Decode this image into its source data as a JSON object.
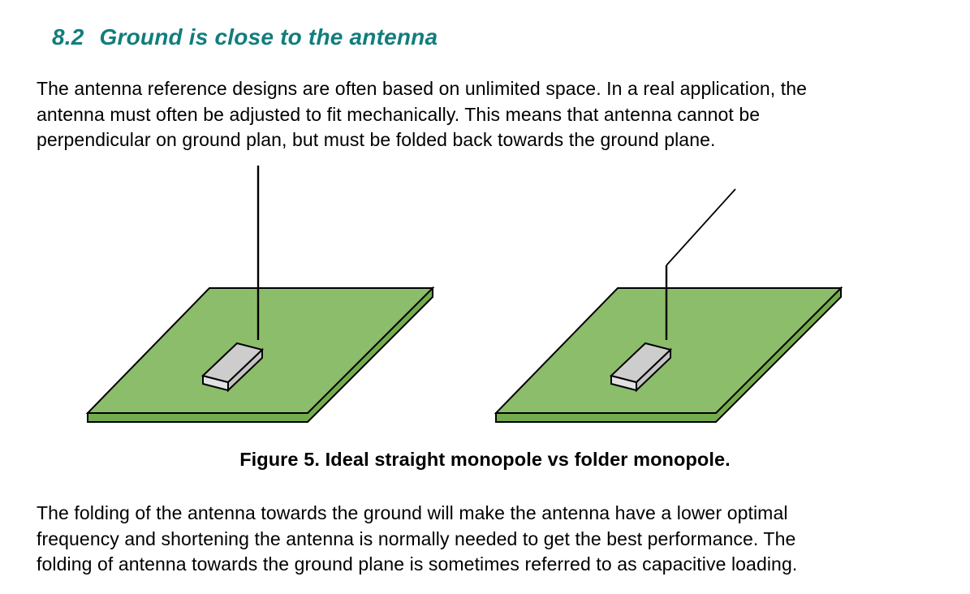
{
  "colors": {
    "page_bg": "#ffffff",
    "heading_color": "#117d7d",
    "body_text": "#000000",
    "pcb_top": "#8cbd6b",
    "pcb_side": "#73ac4e",
    "chip_top": "#cdcdcd",
    "chip_front": "#e2e2e2",
    "chip_end": "#c4c4c4",
    "outline": "#000000",
    "antenna_line": "#000000"
  },
  "heading": {
    "number": "8.2",
    "title": "Ground is close to the antenna"
  },
  "intro_paragraph": {
    "lines": [
      "The antenna reference designs are often based on unlimited space. In a real application, the",
      "antenna must often be adjusted to fit mechanically. This means that antenna cannot be",
      "perpendicular on ground plan, but must be folded back towards the ground plane."
    ]
  },
  "figure": {
    "caption": "Figure 5. Ideal straight monopole vs folder monopole."
  },
  "closing_paragraph": {
    "lines": [
      "The folding of the antenna towards the ground will make the antenna have a lower optimal",
      "frequency and shortening the antenna is normally needed to get the best performance. The",
      "folding of antenna towards the ground plane is sometimes referred to as capacitive loading."
    ]
  }
}
